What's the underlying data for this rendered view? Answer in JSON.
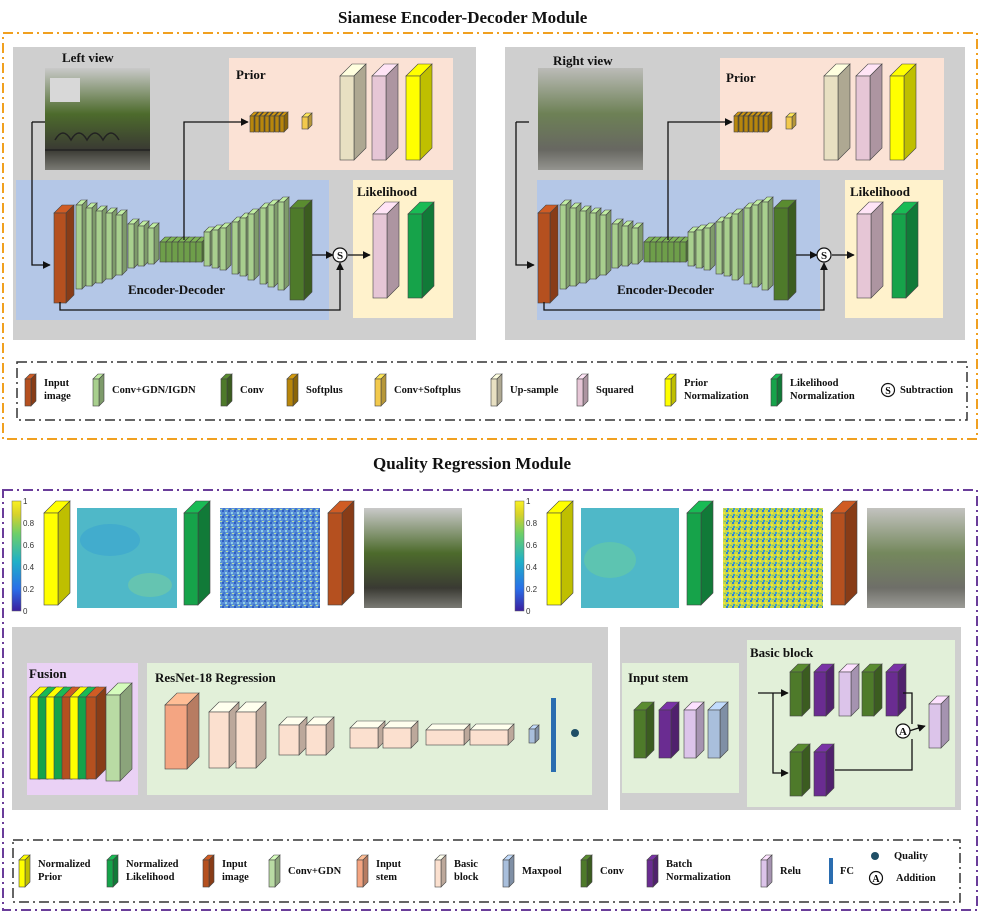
{
  "titles": {
    "top": "Siamese Encoder-Decoder Module",
    "bottom": "Quality Regression Module"
  },
  "views": [
    {
      "view_label": "Left view",
      "prior": "Prior",
      "likelihood": "Likelihood",
      "enc_dec": "Encoder-Decoder"
    },
    {
      "view_label": "Right view",
      "prior": "Prior",
      "likelihood": "Likelihood",
      "enc_dec": "Encoder-Decoder"
    }
  ],
  "symbols": {
    "subtraction": "S",
    "addition": "A"
  },
  "legend_top": [
    {
      "text": "Input\nimage",
      "color": "#b5501f",
      "icon": "slab"
    },
    {
      "text": "Conv+GDN/IGDN",
      "color": "#a8cf8e",
      "icon": "slab"
    },
    {
      "text": "Conv",
      "color": "#4e7a2a",
      "icon": "slab"
    },
    {
      "text": "Softplus",
      "color": "#b8860b",
      "icon": "slab"
    },
    {
      "text": "Conv+Softplus",
      "color": "#f2c94c",
      "icon": "slab"
    },
    {
      "text": "Up-sample",
      "color": "#e8e0c2",
      "icon": "slab"
    },
    {
      "text": "Squared",
      "color": "#e6c6d6",
      "icon": "slab"
    },
    {
      "text": "Prior\nNormalization",
      "color": "#ffff00",
      "icon": "slab"
    },
    {
      "text": "Likelihood\nNormalization",
      "color": "#16a34a",
      "icon": "slab"
    },
    {
      "text": "Subtraction",
      "color": "#000000",
      "icon": "circle-s-icon"
    }
  ],
  "colorbar": {
    "ticks": [
      "1",
      "0.8",
      "0.6",
      "0.4",
      "0.2",
      "0"
    ]
  },
  "fusion": {
    "label": "Fusion"
  },
  "resnet": {
    "label": "ResNet-18 Regression"
  },
  "input_stem": {
    "label": "Input stem"
  },
  "basic_block": {
    "label": "Basic block"
  },
  "legend_bottom": [
    {
      "text": "Normalized\nPrior",
      "color": "#ffff00"
    },
    {
      "text": "Normalized\nLikelihood",
      "color": "#16a34a"
    },
    {
      "text": "Input\nimage",
      "color": "#b5501f"
    },
    {
      "text": "Conv+GDN",
      "color": "#b9dba4"
    },
    {
      "text": "Input\nstem",
      "color": "#f4a582"
    },
    {
      "text": "Basic\nblock",
      "color": "#fbe0cf"
    },
    {
      "text": "Maxpool",
      "color": "#a9bfdc"
    },
    {
      "text": "Conv",
      "color": "#4e7a2a"
    },
    {
      "text": "Batch\nNormalization",
      "color": "#6a2c91"
    },
    {
      "text": "Relu",
      "color": "#dcc4ea"
    },
    {
      "text": "FC",
      "color": "#2a6db0"
    },
    {
      "text": "Quality",
      "color": "#1f4e66"
    },
    {
      "text": "Addition",
      "color": "#000000"
    }
  ],
  "colors": {
    "orange_border": "#f0a020",
    "purple_border": "#6a3d9a",
    "panel_gray": "#cfcfcf",
    "blue_panel": "#b4c7e7",
    "prior_panel": "#fbe2d5",
    "likelihood_panel": "#fff2cc",
    "green_panel": "#e2f0d9",
    "fusion_panel": "#ead1f5"
  }
}
